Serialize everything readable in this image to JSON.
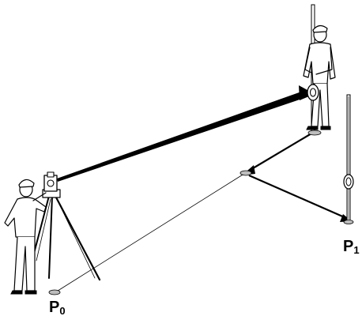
{
  "points": {
    "p0": {
      "letter": "P",
      "index": "0"
    },
    "p1": {
      "letter": "P",
      "index": "1"
    }
  },
  "colors": {
    "ink": "#000000",
    "background": "#ffffff",
    "ground_mark": "#d0d0d0"
  },
  "icons": {
    "surveyor": "surveyor-with-total-station-icon",
    "rod_person": "person-holding-prism-pole-icon",
    "prism_pole": "prism-pole-icon",
    "ground_point": "ground-mark-icon"
  }
}
